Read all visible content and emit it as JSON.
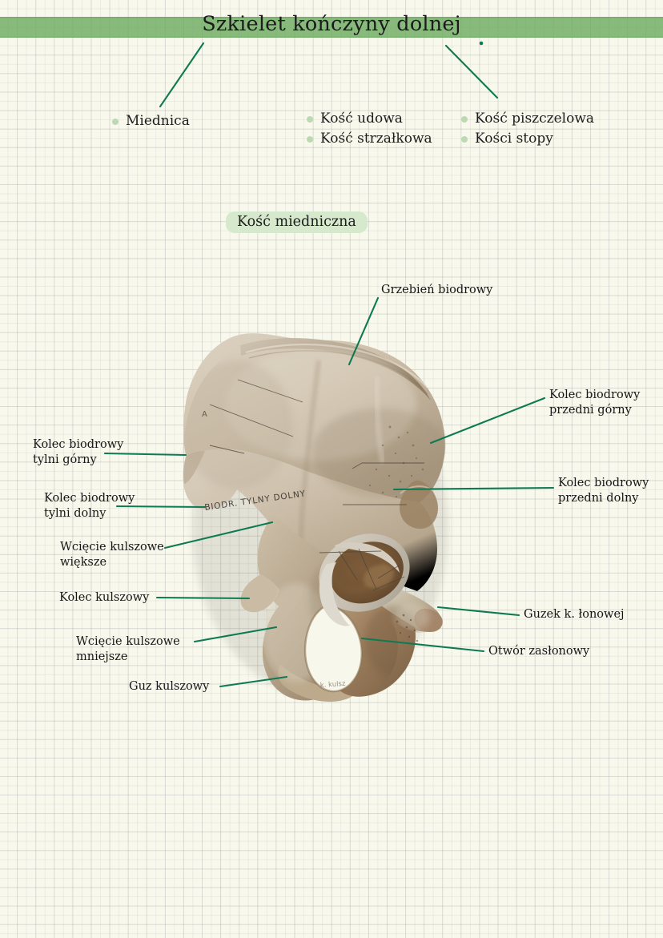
{
  "header": {
    "title": "Szkielet kończyny dolnej",
    "band_color": "#6aaa5f",
    "title_color": "#1b1b1b"
  },
  "legend": {
    "bullet_color": "#bcd9b4",
    "columns": [
      {
        "items": [
          {
            "label": "Miednica"
          }
        ]
      },
      {
        "items": [
          {
            "label": "Kość udowa"
          },
          {
            "label": "Kość strzałkowa"
          }
        ]
      },
      {
        "items": [
          {
            "label": "Kość piszczelowa"
          },
          {
            "label": "Kości stopy"
          }
        ]
      }
    ]
  },
  "section": {
    "chip_label": "Kość miedniczna",
    "chip_color": "#d6e9cd"
  },
  "diagram": {
    "leader_color": "#0e7a51",
    "specimen_handwriting": "BIODR. TYLNY DOLNY",
    "callouts": [
      {
        "id": "grzebien-biodrowy",
        "label": "Grzebień biodrowy",
        "side": "top"
      },
      {
        "id": "kolec-biodrowy-p-gorny",
        "label": "Kolec biodrowy\nprzedni górny",
        "side": "right"
      },
      {
        "id": "kolec-biodrowy-p-dolny",
        "label": "Kolec biodrowy\nprzedni dolny",
        "side": "right"
      },
      {
        "id": "guzek-k-lonowej",
        "label": "Guzek k. łonowej",
        "side": "right"
      },
      {
        "id": "otwor-zaslonowy",
        "label": "Otwór zasłonowy",
        "side": "right"
      },
      {
        "id": "kolec-biodrowy-t-gorny",
        "label": "Kolec biodrowy\ntylni górny",
        "side": "left"
      },
      {
        "id": "kolec-biodrowy-t-dolny",
        "label": "Kolec biodrowy\ntylni dolny",
        "side": "left"
      },
      {
        "id": "wciecie-kulszowe-wieksze",
        "label": "Wcięcie kulszowe\nwiększe",
        "side": "left"
      },
      {
        "id": "kolec-kulszowy",
        "label": "Kolec kulszowy",
        "side": "left"
      },
      {
        "id": "wciecie-kulszowe-mniejsze",
        "label": "Wcięcie kulszowe\nmniejsze",
        "side": "left"
      },
      {
        "id": "guz-kulszowy",
        "label": "Guz kulszowy",
        "side": "left"
      }
    ]
  }
}
